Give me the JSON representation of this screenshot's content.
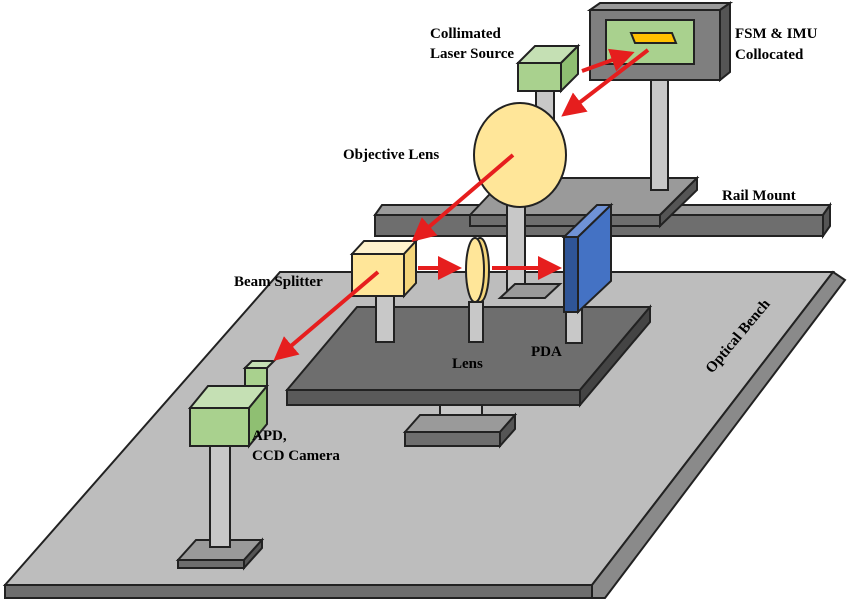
{
  "labels": {
    "fsm_imu": [
      "FSM & IMU",
      "Collocated"
    ],
    "laser_source": [
      "Collimated",
      "Laser Source"
    ],
    "objective_lens": "Objective Lens",
    "rail_mount": "Rail Mount",
    "beam_splitter": "Beam Splitter",
    "lens": "Lens",
    "pda": "PDA",
    "optical_bench": "Optical Bench",
    "apd_camera": [
      "APD,",
      "CCD Camera"
    ]
  },
  "colors": {
    "beam": "#e61e1e",
    "bench": "#bdbdbd",
    "platform": "#6e6e6e",
    "post": "#c8c8c8",
    "green_block": "#a9d18e",
    "yellow_block": "#ffe699",
    "pda_blue": "#4472c4",
    "fsm_orange": "#ffc000"
  }
}
